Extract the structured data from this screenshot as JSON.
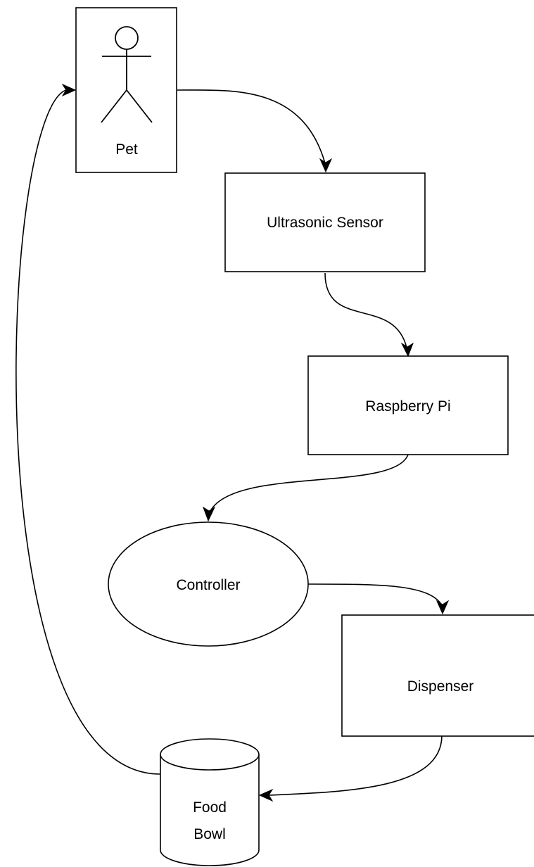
{
  "diagram": {
    "nodes": {
      "pet": {
        "label": "Pet",
        "shape": "actor"
      },
      "ultrasonic_sensor": {
        "label": "Ultrasonic Sensor",
        "shape": "rectangle"
      },
      "raspberry_pi": {
        "label": "Raspberry Pi",
        "shape": "rectangle"
      },
      "controller": {
        "label": "Controller",
        "shape": "ellipse"
      },
      "dispenser": {
        "label": "Dispenser",
        "shape": "rectangle"
      },
      "food_bowl": {
        "label_line1": "Food",
        "label_line2": "Bowl",
        "shape": "cylinder"
      }
    },
    "edges": [
      {
        "from": "pet",
        "to": "ultrasonic_sensor"
      },
      {
        "from": "ultrasonic_sensor",
        "to": "raspberry_pi"
      },
      {
        "from": "raspberry_pi",
        "to": "controller"
      },
      {
        "from": "controller",
        "to": "dispenser"
      },
      {
        "from": "dispenser",
        "to": "food_bowl"
      },
      {
        "from": "food_bowl",
        "to": "pet"
      }
    ],
    "colors": {
      "stroke": "#000000",
      "fill": "#ffffff",
      "text": "#000000"
    }
  }
}
